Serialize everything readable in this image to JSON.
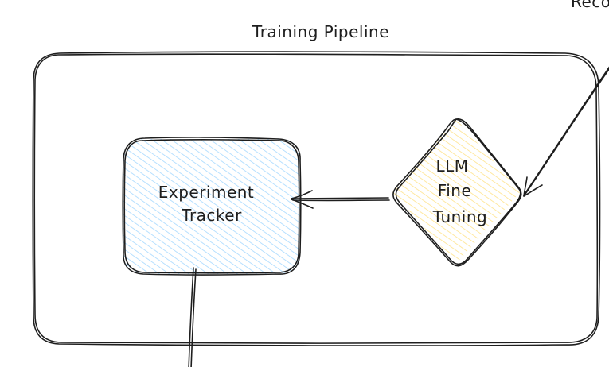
{
  "diagram": {
    "pipeline_title": "Training Pipeline",
    "corner_partial_label": "Reco",
    "nodes": {
      "experiment_tracker": {
        "lines": [
          "Experiment",
          "Tracker"
        ],
        "fill_color": "#a5d8ff"
      },
      "llm_fine_tuning": {
        "lines": [
          "LLM",
          "Fine",
          "Tuning"
        ],
        "fill_color": "#ffec99"
      }
    },
    "stroke_color": "#1e1e1e"
  }
}
